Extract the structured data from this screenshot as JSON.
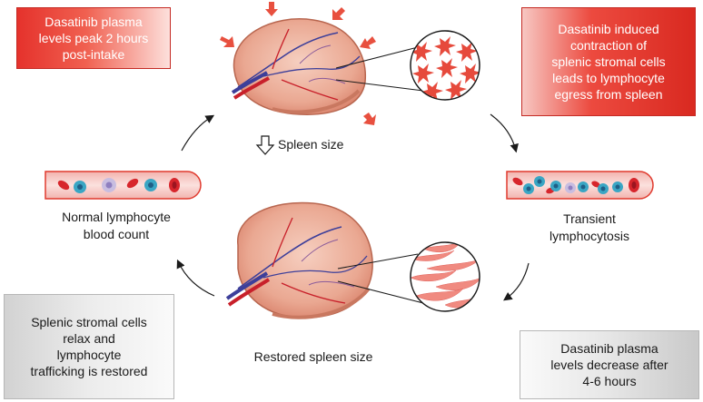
{
  "boxes": {
    "top_left": "Dasatinib plasma\nlevels peak 2 hours\npost-intake",
    "top_right": "Dasatinib induced\ncontraction of\nsplenic stromal cells\nleads to lymphocyte\negress from spleen",
    "bottom_left": "Splenic stromal cells\nrelax and\nlymphocyte\ntrafficking is restored",
    "bottom_right": "Dasatinib plasma\nlevels decrease after\n4-6 hours"
  },
  "labels": {
    "spleen_size": "Spleen size",
    "normal_count": "Normal lymphocyte\nblood count",
    "transient": "Transient\nlymphocytosis",
    "restored": "Restored spleen size"
  },
  "colors": {
    "accent_red": "#e5322c",
    "spleen": "#e8a48e",
    "vessel_red": "#c8202a",
    "vessel_blue": "#3d3f9a",
    "lymphocyte": "#3aa6c4"
  }
}
